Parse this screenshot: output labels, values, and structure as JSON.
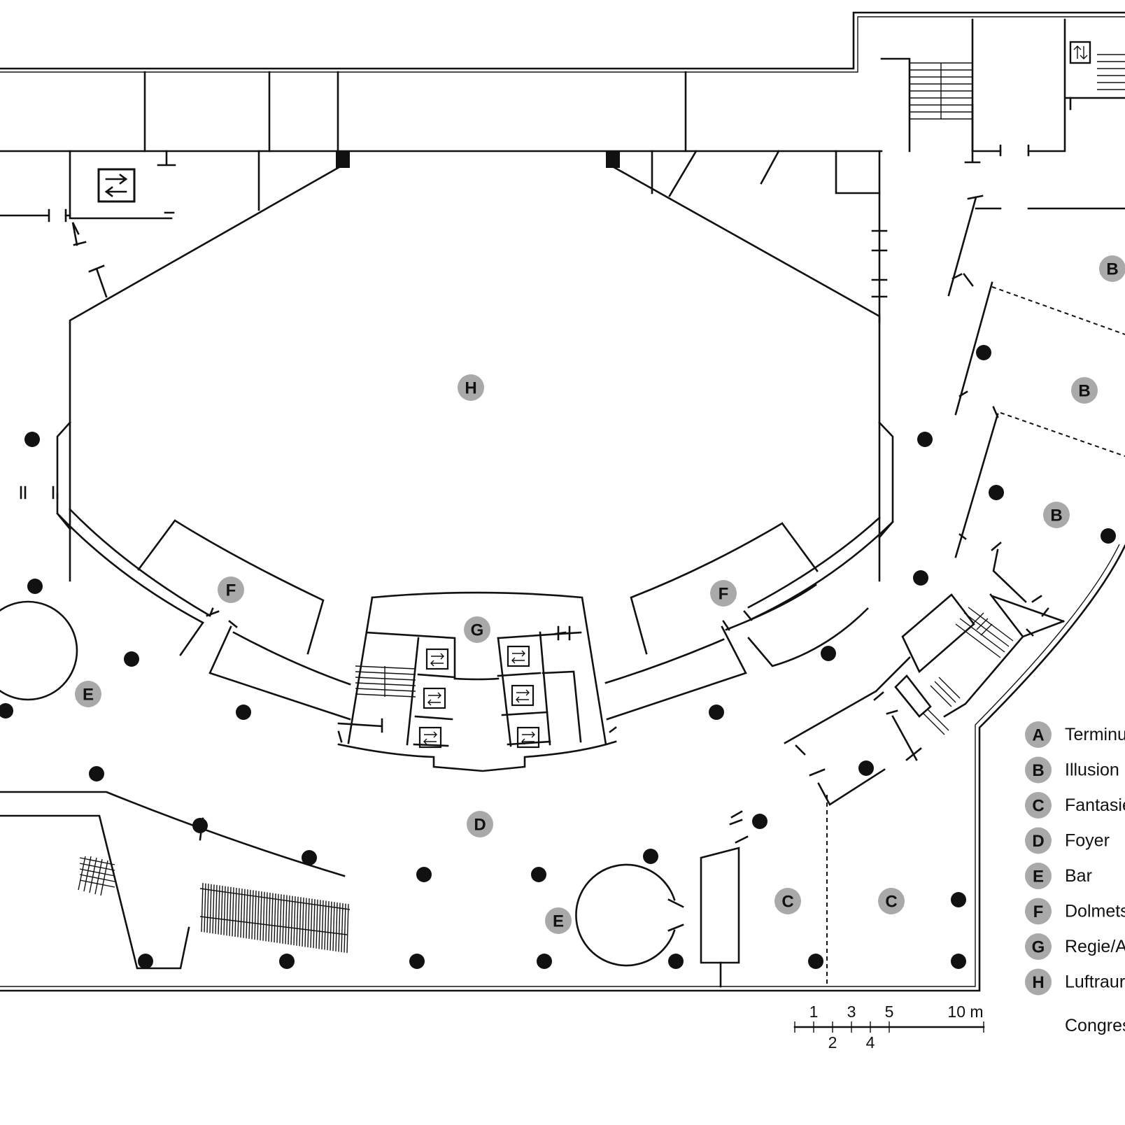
{
  "plan": {
    "room_markers": [
      {
        "letter": "H"
      },
      {
        "letter": "G"
      },
      {
        "letter": "F"
      },
      {
        "letter": "F"
      },
      {
        "letter": "E"
      },
      {
        "letter": "E"
      },
      {
        "letter": "D"
      },
      {
        "letter": "C"
      },
      {
        "letter": "C"
      },
      {
        "letter": "B"
      },
      {
        "letter": "B"
      },
      {
        "letter": "B"
      }
    ]
  },
  "legend": {
    "items": [
      {
        "letter": "A",
        "label": "Terminu"
      },
      {
        "letter": "B",
        "label": "Illusion"
      },
      {
        "letter": "C",
        "label": "Fantasie"
      },
      {
        "letter": "D",
        "label": "Foyer"
      },
      {
        "letter": "E",
        "label": "Bar"
      },
      {
        "letter": "F",
        "label": "Dolmets"
      },
      {
        "letter": "G",
        "label": "Regie/A"
      },
      {
        "letter": "H",
        "label": "Luftraur"
      }
    ],
    "footer": "Congres"
  },
  "scale_bar": {
    "labels_top": [
      "1",
      "3",
      "5",
      "10 m"
    ],
    "labels_bottom": [
      "2",
      "4"
    ]
  },
  "icons": {
    "lift": "elevator-arrows-icon",
    "lift_up_down": "elevator-up-down-icon"
  }
}
